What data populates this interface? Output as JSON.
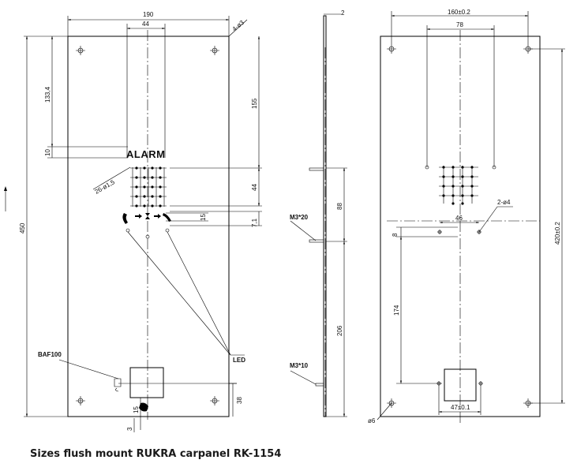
{
  "caption": "Sizes flush mount RUKRA carpanel RK-1154",
  "front_view": {
    "dims": {
      "width": "190",
      "hole_spacing": "44",
      "holes": "4-ø3",
      "height": "450",
      "top_offset": "133,4",
      "label_gap": "10",
      "upper_height": "155",
      "keypad_height": "44",
      "icons_row": "7,1",
      "icon_spacing": "15",
      "bottom_offset": "38",
      "lower_gap": "15",
      "edge": "3",
      "leds": "26-ø1,5"
    },
    "labels": {
      "alarm": "ALARM",
      "led": "LED",
      "speaker": "BAF100"
    }
  },
  "side_view": {
    "dims": {
      "thickness": "2",
      "upper": "88",
      "lower": "206"
    },
    "labels": {
      "stud_upper": "M3*20",
      "stud_lower": "M3*10"
    }
  },
  "rear_view": {
    "dims": {
      "hole_spacing": "160±0.2",
      "inner_spacing": "78",
      "height": "420±0.2",
      "bottom_gap": "174",
      "offset": "8",
      "center_spacing": "46",
      "holes": "2-ø4",
      "box_width": "47±0.1",
      "corner_hole": "ø6"
    }
  }
}
